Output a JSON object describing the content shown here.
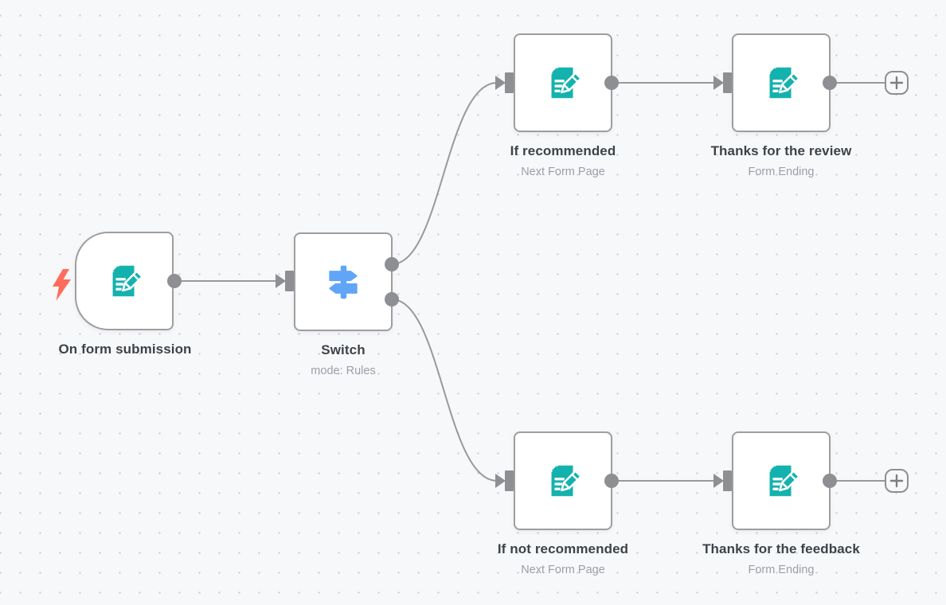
{
  "app": {
    "name": "workflow-editor-canvas"
  },
  "colors": {
    "canvas_background": "#f7f8fa",
    "grid_dot": "#c9ccd3",
    "connector_gray": "#98999c",
    "node_border": "#9e9e9e",
    "title_text": "#3d4348",
    "subtitle_text": "#9ba0a7",
    "form_icon_teal": "#14b2ae",
    "switch_icon_blue": "#60a5f7",
    "trigger_bolt_red": "#ff6d5a"
  },
  "nodes": [
    {
      "id": "on-form-submission",
      "label": "On form submission",
      "subtitle": "",
      "icon": "form-pencil-icon",
      "kind": "trigger"
    },
    {
      "id": "switch",
      "label": "Switch",
      "subtitle": "mode: Rules",
      "icon": "signpost-icon",
      "kind": "switch"
    },
    {
      "id": "if-recommended",
      "label": "If recommended",
      "subtitle": "Next Form Page",
      "icon": "form-pencil-icon",
      "kind": "form-page"
    },
    {
      "id": "thanks-for-the-review",
      "label": "Thanks for the review",
      "subtitle": "Form Ending",
      "icon": "form-pencil-icon",
      "kind": "form-ending"
    },
    {
      "id": "if-not-recommended",
      "label": "If not recommended",
      "subtitle": "Next Form Page",
      "icon": "form-pencil-icon",
      "kind": "form-page"
    },
    {
      "id": "thanks-for-the-feedback",
      "label": "Thanks for the feedback",
      "subtitle": "Form Ending",
      "icon": "form-pencil-icon",
      "kind": "form-ending"
    }
  ],
  "connections": [
    {
      "from": "on-form-submission",
      "to": "switch"
    },
    {
      "from": "switch:output-0",
      "to": "if-recommended"
    },
    {
      "from": "switch:output-1",
      "to": "if-not-recommended"
    },
    {
      "from": "if-recommended",
      "to": "thanks-for-the-review"
    },
    {
      "from": "if-not-recommended",
      "to": "thanks-for-the-feedback"
    }
  ],
  "add_buttons": [
    {
      "id": "add-after-thanks-for-the-review",
      "glyph": "+"
    },
    {
      "id": "add-after-thanks-for-the-feedback",
      "glyph": "+"
    }
  ]
}
